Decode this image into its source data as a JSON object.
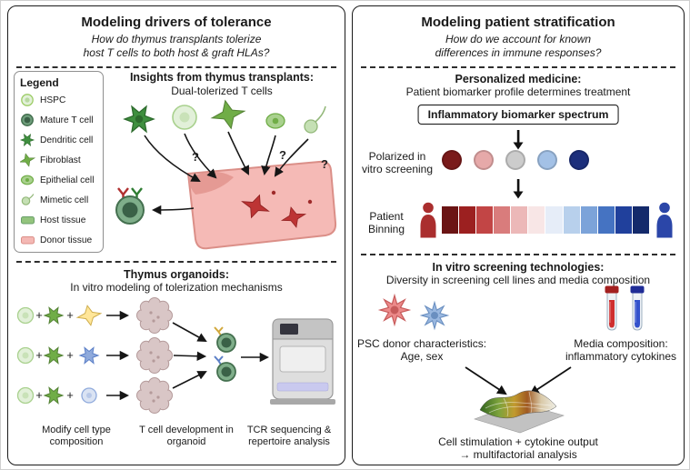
{
  "misc": {
    "plus_sign": "+",
    "question_mark": "?"
  },
  "left_panel": {
    "title": "Modeling drivers of tolerance",
    "question_line1": "How do thymus transplants tolerize",
    "question_line2": "host T cells to both host & graft HLAs?",
    "legend": {
      "title": "Legend",
      "items": [
        {
          "label": "HSPC",
          "color": "#e2f0d9"
        },
        {
          "label": "Mature T cell",
          "color": "#6f9e7c"
        },
        {
          "label": "Dendritic cell",
          "color": "#3f8f3f"
        },
        {
          "label": "Fibroblast",
          "color": "#70ad47"
        },
        {
          "label": "Epithelial cell",
          "color": "#a9d18e"
        },
        {
          "label": "Mimetic cell",
          "color": "#c5e0b4"
        },
        {
          "label": "Host tissue",
          "color": "#93c47d"
        },
        {
          "label": "Donor tissue",
          "color": "#f4b8b4"
        }
      ]
    },
    "transplants": {
      "heading": "Insights from thymus transplants:",
      "subheading": "Dual-tolerized T cells"
    },
    "organoids": {
      "heading": "Thymus organoids:",
      "subheading": "In vitro modeling of tolerization mechanisms",
      "caption_composition": "Modify cell type composition",
      "caption_development": "T cell development in organoid",
      "caption_sequencing": "TCR sequencing & repertoire analysis"
    }
  },
  "right_panel": {
    "title": "Modeling patient stratification",
    "question_line1": "How do we account for known",
    "question_line2": "differences in immune responses?",
    "personalized": {
      "heading": "Personalized medicine:",
      "subheading": "Patient biomarker profile determines treatment",
      "spectrum_box_label": "Inflammatory biomarker spectrum",
      "polarized_label": "Polarized in vitro screening",
      "binning_label": "Patient Binning",
      "dot_colors": [
        "#7a1a1a",
        "#e6a9a9",
        "#cccccc",
        "#a3c1e6",
        "#1c2f7c"
      ],
      "spectrum_colors": [
        "#6b1414",
        "#9c2020",
        "#c24545",
        "#d97c7c",
        "#ecb8b8",
        "#f8e6e6",
        "#e6edf8",
        "#b8d0ec",
        "#7ca3d9",
        "#4573c2",
        "#20409c",
        "#142a6b"
      ]
    },
    "screening": {
      "heading": "In vitro screening technologies:",
      "subheading": "Diversity in screening cell lines and media composition",
      "psc_heading": "PSC donor characteristics:",
      "psc_detail": "Age, sex",
      "media_heading": "Media composition:",
      "media_detail": "inflammatory cytokines",
      "output_line1": "Cell stimulation + cytokine output",
      "output_line2": "→ multifactorial analysis"
    }
  }
}
